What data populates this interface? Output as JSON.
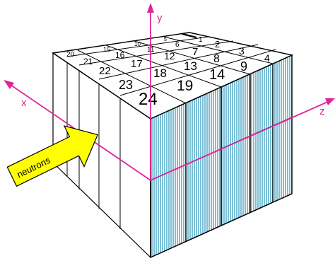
{
  "axes": {
    "x": "x",
    "y": "y",
    "z": "z"
  },
  "arrow_label": "neutrons",
  "module_numbers": [
    "20",
    "15",
    "10",
    "5",
    "1",
    "21",
    "16",
    "11",
    "6",
    "2",
    "22",
    "17",
    "12",
    "7",
    "3",
    "23",
    "18",
    "13",
    "8",
    "4",
    "24",
    "19",
    "14",
    "9"
  ],
  "colors": {
    "axis": "#e0249a",
    "fiber": "#3a9fc0",
    "arrow": "#ffff00",
    "outline": "#000000"
  }
}
